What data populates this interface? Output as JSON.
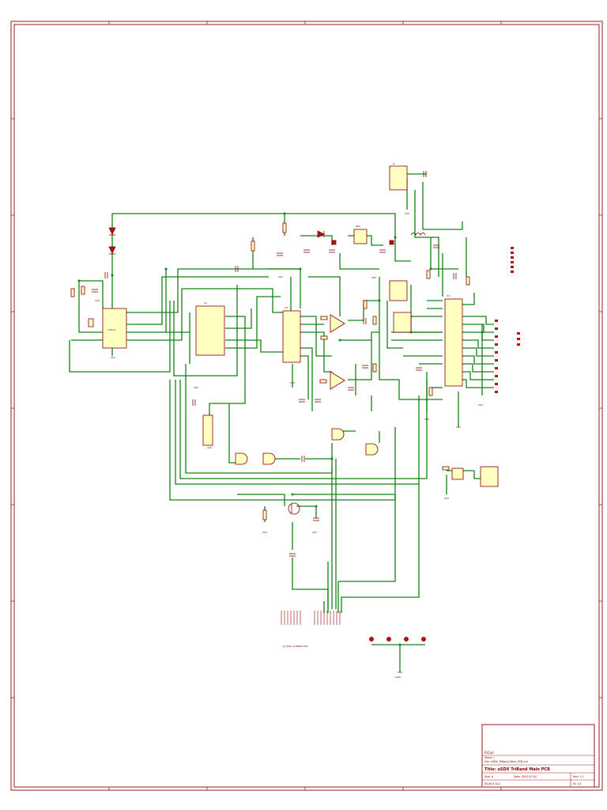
{
  "colors": {
    "frame": "#9e1b1b",
    "wire": "#148214",
    "component": "#840000",
    "component_fill": "#ffffc2",
    "pad": "#b01010",
    "background": "#ffffff"
  },
  "title_block": {
    "company": "KiCad",
    "sheet_line": "Sheet: /",
    "file_line": "File: uSDX_TriBand_Main_PCB.sch",
    "title": "Title: uSDX TriBand Main PCB",
    "size": "Size: A",
    "date": "Date: 2020-07-05",
    "rev": "Rev: 1.1",
    "kicad": "KiCad E.D.A.",
    "id": "Id: 1/1"
  },
  "connector_caption": "JP_SMA_CONNECTOR",
  "ground_label": "GND"
}
